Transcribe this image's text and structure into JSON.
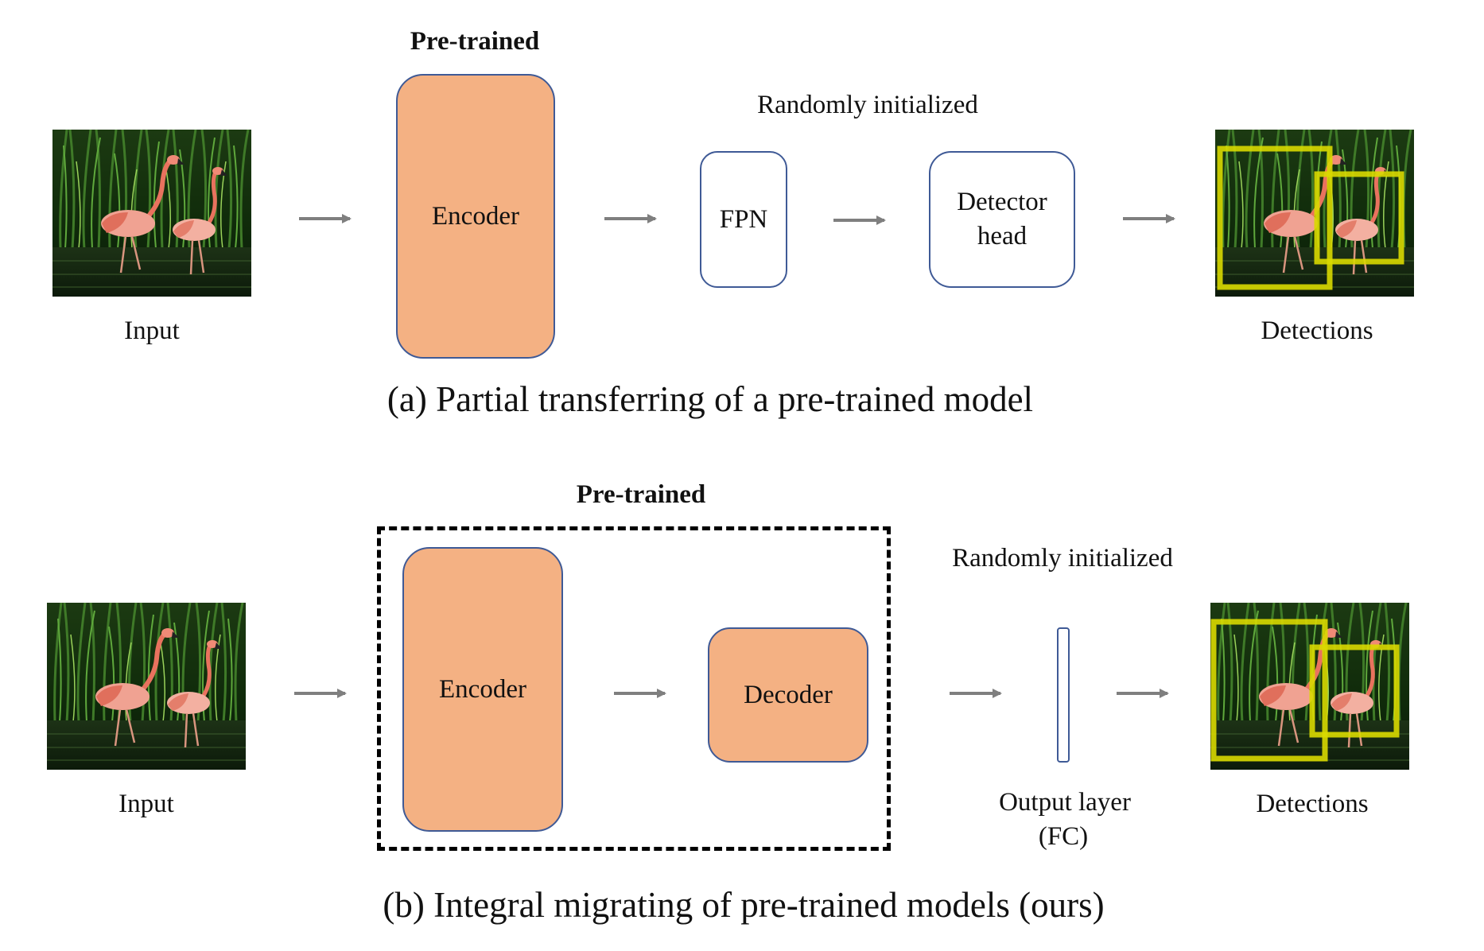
{
  "panel_a": {
    "pretrained_label": "Pre-trained",
    "random_label": "Randomly initialized",
    "input_label": "Input",
    "encoder_label": "Encoder",
    "fpn_label": "FPN",
    "detector_head_label_line1": "Detector",
    "detector_head_label_line2": "head",
    "detections_label": "Detections",
    "caption": "(a)  Partial transferring of a pre-trained model"
  },
  "panel_b": {
    "pretrained_label": "Pre-trained",
    "random_label": "Randomly initialized",
    "input_label": "Input",
    "encoder_label": "Encoder",
    "decoder_label": "Decoder",
    "output_layer_line1": "Output layer",
    "output_layer_line2": "(FC)",
    "detections_label": "Detections",
    "caption": "(b)  Integral migrating of pre-trained models (ours)"
  },
  "colors": {
    "pretrained_fill": "#f4b183",
    "box_border": "#3f5a96",
    "arrow": "#7f7f7f",
    "detection_box": "#d9d900"
  }
}
